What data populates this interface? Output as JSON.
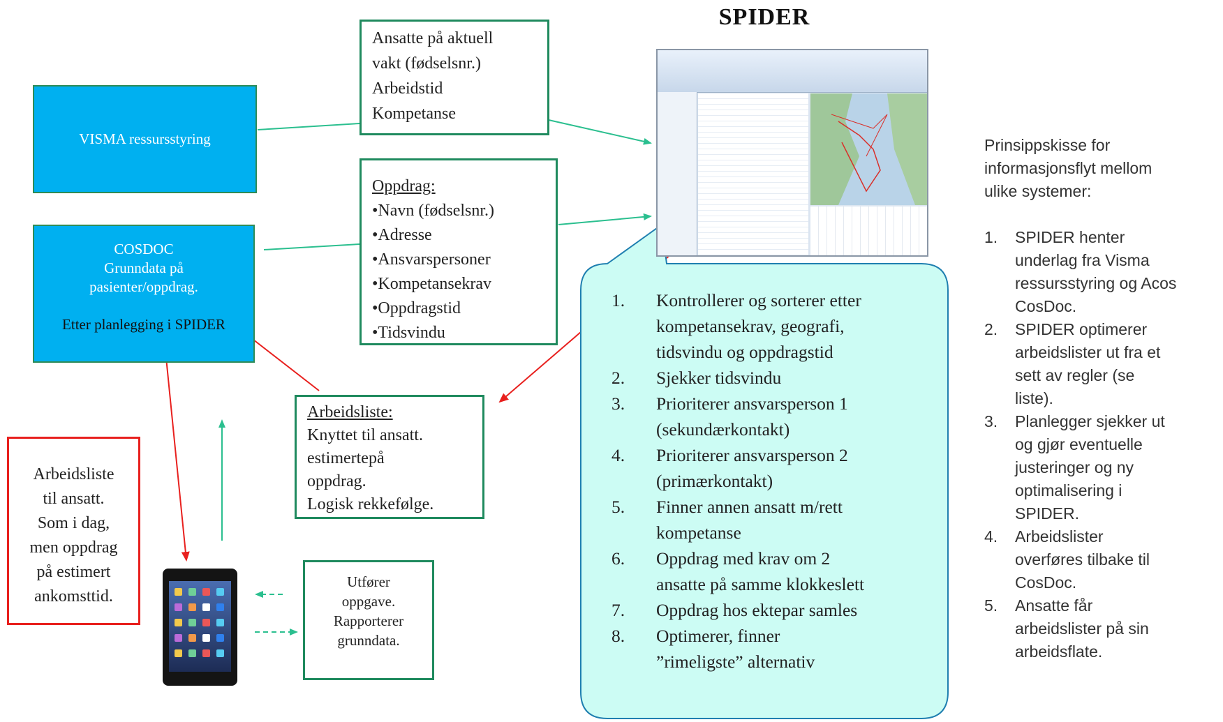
{
  "title": "SPIDER",
  "visma": {
    "label": "VISMA ressursstyring"
  },
  "cosdoc": {
    "lines": [
      "COSDOC",
      "Grunndata på",
      "pasienter/oppdrag.",
      "",
      "Etter planlegging  i SPIDER"
    ]
  },
  "ansatte_box": {
    "lines": [
      "Ansatte på aktuell",
      "vakt (fødselsnr.)",
      "Arbeidstid",
      "Kompetanse"
    ]
  },
  "oppdrag_box": {
    "heading": "Oppdrag:",
    "items": [
      "•Navn (fødselsnr.)",
      "•Adresse",
      "•Ansvarspersoner",
      "•Kompetansekrav",
      "•Oppdragstid",
      "•Tidsvindu"
    ]
  },
  "arbeidsliste_box": {
    "heading": "Arbeidsliste:",
    "lines": [
      "Knyttet til ansatt.",
      "estimertepå",
      "oppdrag.",
      "Logisk rekkefølge."
    ]
  },
  "red_box": {
    "lines": [
      "Arbeidsliste",
      "til ansatt.",
      "Som i dag,",
      "men oppdrag",
      "på estimert",
      "ankomsttid."
    ]
  },
  "utforer_box": {
    "lines": [
      "Utfører",
      "oppgave.",
      "Rapporterer",
      "grunndata."
    ]
  },
  "bubble": {
    "items": [
      {
        "num": "1.",
        "lines": [
          "Kontrollerer og sorterer etter",
          "kompetansekrav, geografi,",
          "tidsvindu  og oppdragstid"
        ]
      },
      {
        "num": "2.",
        "lines": [
          "Sjekker tidsvindu"
        ]
      },
      {
        "num": "3.",
        "lines": [
          "Prioriterer  ansvarsperson  1",
          "(sekundærkontakt)"
        ]
      },
      {
        "num": "4.",
        "lines": [
          "Prioriterer  ansvarsperson  2",
          "(primærkontakt)"
        ]
      },
      {
        "num": "5.",
        "lines": [
          "Finner annen ansatt m/rett",
          "kompetanse"
        ]
      },
      {
        "num": "6.",
        "lines": [
          "Oppdrag med krav om 2",
          "ansatte på samme klokkeslett"
        ]
      },
      {
        "num": "7.",
        "lines": [
          "Oppdrag hos ektepar samles"
        ]
      },
      {
        "num": "8.",
        "lines": [
          "Optimerer, finner",
          "”rimeligste”   alternativ"
        ]
      }
    ]
  },
  "side": {
    "intro": [
      "Prinsippskisse for",
      "informasjonsflyt mellom",
      "ulike systemer:"
    ],
    "items": [
      {
        "num": "1.",
        "lines": [
          "SPIDER henter",
          "underlag fra Visma",
          "ressursstyring og Acos",
          "CosDoc."
        ]
      },
      {
        "num": "2.",
        "lines": [
          "SPIDER optimerer",
          "arbeidslister ut fra et",
          "sett av regler (se",
          "liste)."
        ]
      },
      {
        "num": "3.",
        "lines": [
          "Planlegger sjekker ut",
          "og gjør eventuelle",
          "justeringer og ny",
          "optimalisering i",
          "SPIDER."
        ]
      },
      {
        "num": "4.",
        "lines": [
          "Arbeidslister",
          "overføres tilbake til",
          "CosDoc."
        ]
      },
      {
        "num": "5.",
        "lines": [
          "Ansatte får",
          "arbeidslister på sin",
          "arbeidsflate."
        ]
      }
    ]
  },
  "colors": {
    "blue_box": "#00b0f0",
    "green_border": "#1f8a5e",
    "red": "#e8201e",
    "bubble": "#ccfcf4",
    "teal_arrow": "#2bbf8f"
  }
}
